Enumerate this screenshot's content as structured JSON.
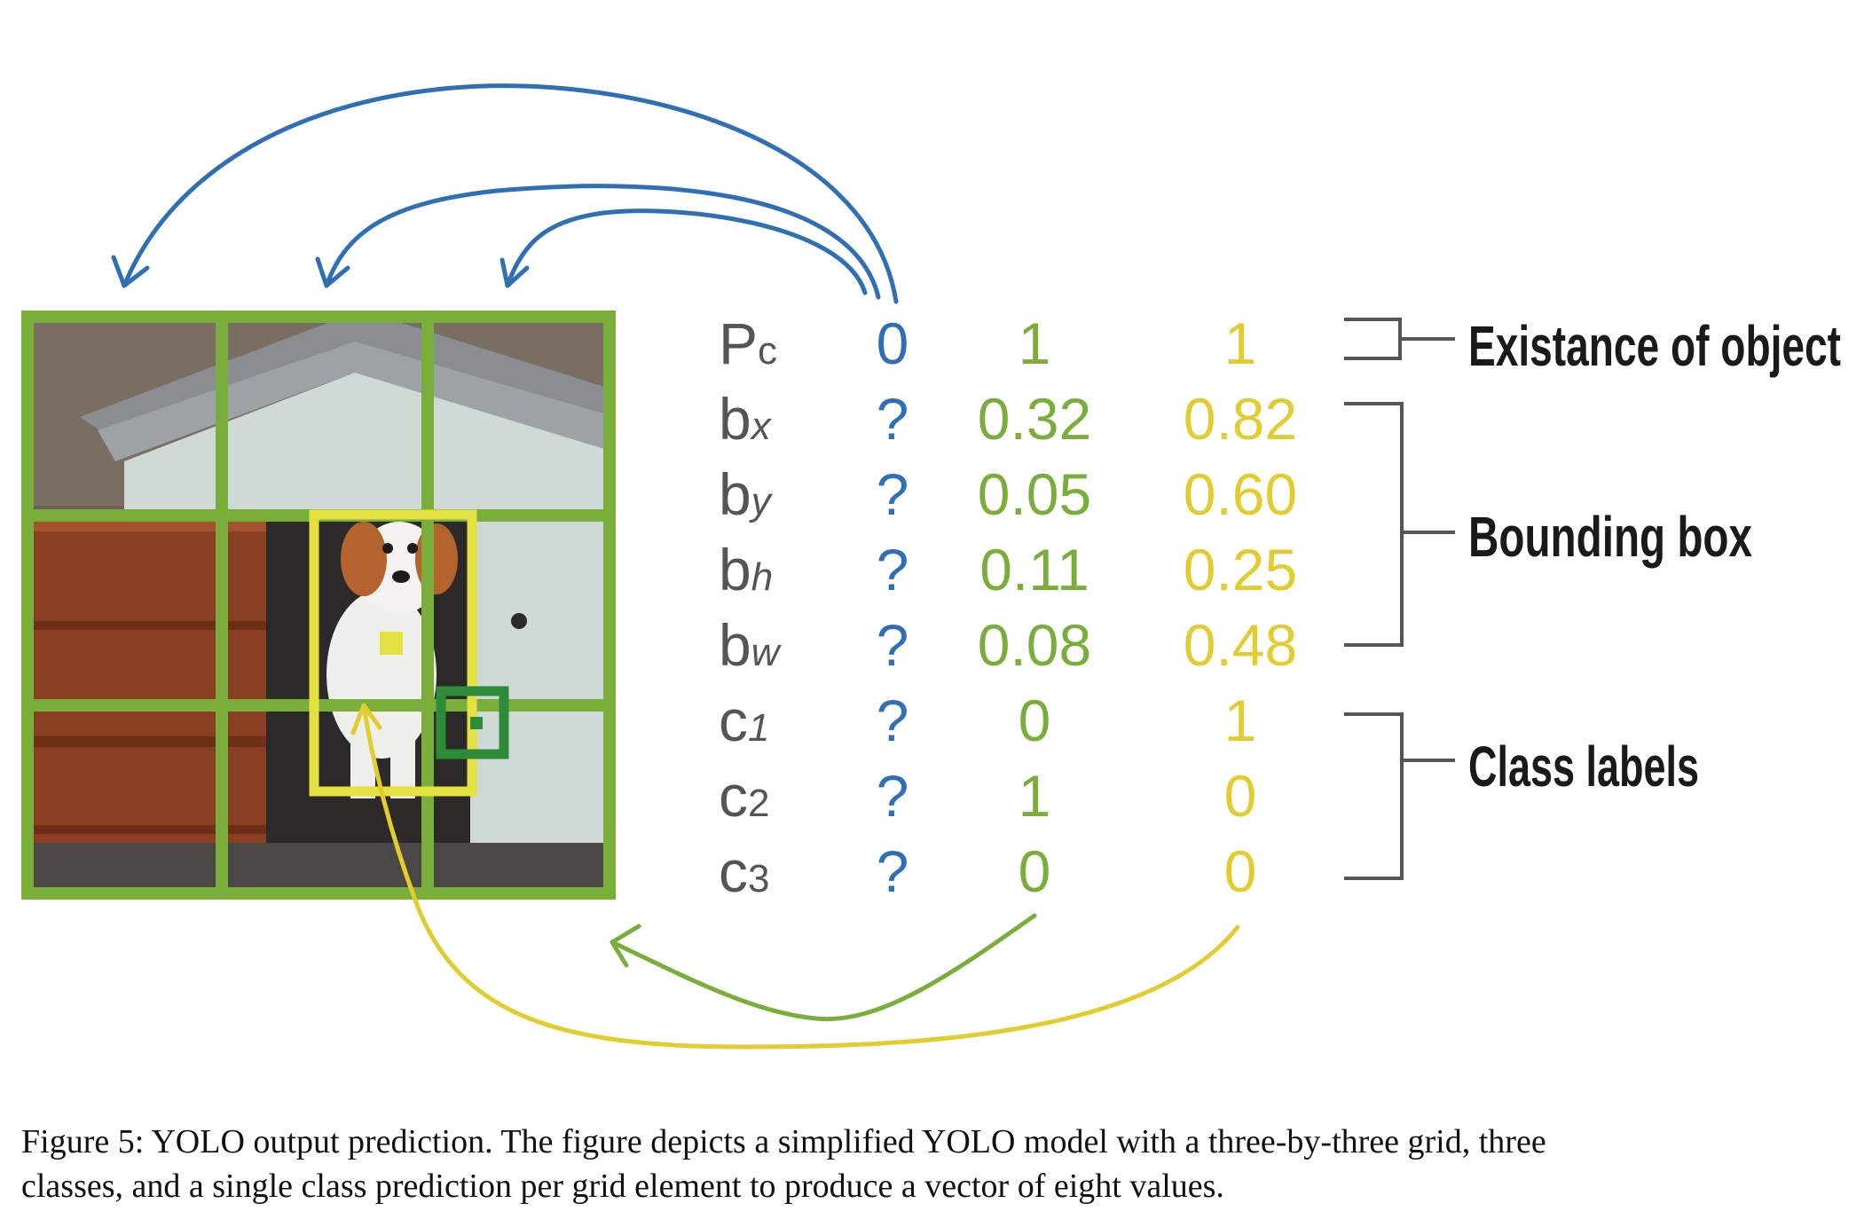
{
  "colors": {
    "blue": "#2f6fb5",
    "green": "#7aae3a",
    "yellow": "#e3cc2f",
    "dark_green": "#2e8b3a",
    "gray": "#555555",
    "dark": "#1a1a1a"
  },
  "image_description_icon": "dog-in-doghouse-photo",
  "grid": {
    "rows": 3,
    "cols": 3
  },
  "row_labels": [
    {
      "main": "P",
      "sub": "c"
    },
    {
      "main": "b",
      "sub": "x"
    },
    {
      "main": "b",
      "sub": "y"
    },
    {
      "main": "b",
      "sub": "h"
    },
    {
      "main": "b",
      "sub": "w"
    },
    {
      "main": "c",
      "sub": "1"
    },
    {
      "main": "c",
      "sub": "2"
    },
    {
      "main": "c",
      "sub": "3"
    }
  ],
  "vectors": [
    {
      "color": "blue",
      "values": [
        "0",
        "?",
        "?",
        "?",
        "?",
        "?",
        "?",
        "?"
      ]
    },
    {
      "color": "green",
      "values": [
        "1",
        "0.32",
        "0.05",
        "0.11",
        "0.08",
        "0",
        "1",
        "0"
      ]
    },
    {
      "color": "yellow",
      "values": [
        "1",
        "0.82",
        "0.60",
        "0.25",
        "0.48",
        "1",
        "0",
        "0"
      ]
    }
  ],
  "groups": {
    "existence": "Existance of object",
    "bounding": "Bounding box",
    "classes": "Class labels"
  },
  "caption": {
    "line1": "Figure 5: YOLO output prediction. The figure depicts a simplified YOLO model with a three-by-three grid, three",
    "line2": "classes, and a single class prediction per grid element to produce a vector of eight values."
  }
}
